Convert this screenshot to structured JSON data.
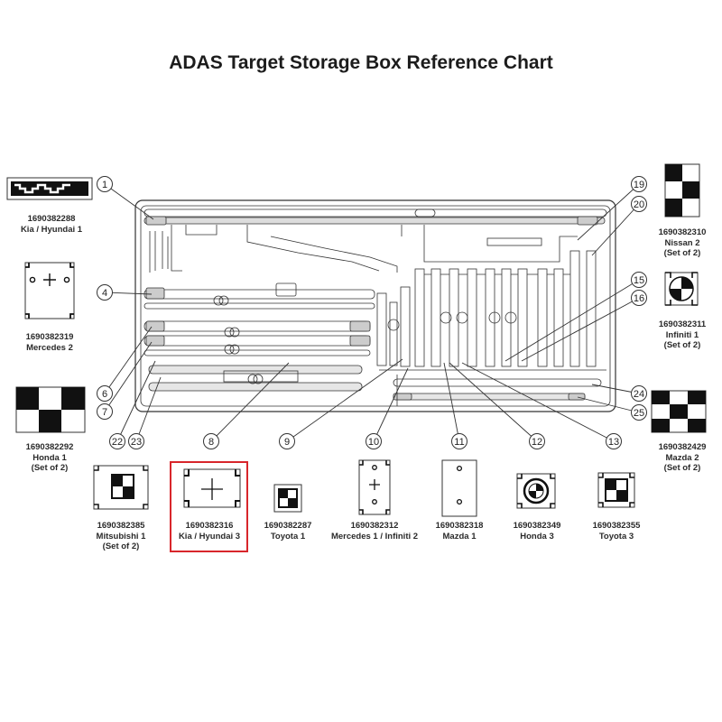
{
  "title": "ADAS Target Storage Box Reference Chart",
  "accent_color": "#d8262b",
  "callout_numbers": [
    "1",
    "4",
    "6",
    "7",
    "8",
    "9",
    "10",
    "11",
    "12",
    "13",
    "15",
    "16",
    "19",
    "20",
    "22",
    "23",
    "24",
    "25"
  ],
  "targets": [
    {
      "id": "t-1690382288",
      "part": "1690382288",
      "name": "Kia / Hyundai 1",
      "note": "",
      "icon": "checker-bar-icon"
    },
    {
      "id": "t-1690382319",
      "part": "1690382319",
      "name": "Mercedes 2",
      "note": "",
      "icon": "crosshair-plate-icon"
    },
    {
      "id": "t-1690382292",
      "part": "1690382292",
      "name": "Honda 1",
      "note": "(Set of 2)",
      "icon": "checkerboard-icon"
    },
    {
      "id": "t-1690382310",
      "part": "1690382310",
      "name": "Nissan 2",
      "note": "(Set of 2)",
      "icon": "checkerboard-tall-icon"
    },
    {
      "id": "t-1690382311",
      "part": "1690382311",
      "name": "Infiniti 1",
      "note": "(Set of 2)",
      "icon": "quadrant-circle-icon"
    },
    {
      "id": "t-1690382429",
      "part": "1690382429",
      "name": "Mazda 2",
      "note": "(Set of 2)",
      "icon": "checkerboard-icon"
    },
    {
      "id": "t-1690382385",
      "part": "1690382385",
      "name": "Mitsubishi 1",
      "note": "(Set of 2)",
      "icon": "checker-square-icon"
    },
    {
      "id": "t-1690382316",
      "part": "1690382316",
      "name": "Kia / Hyundai 3",
      "note": "",
      "icon": "crosshair-frame-icon",
      "highlighted": true
    },
    {
      "id": "t-1690382287",
      "part": "1690382287",
      "name": "Toyota 1",
      "note": "",
      "icon": "checker-square-icon"
    },
    {
      "id": "t-1690382312",
      "part": "1690382312",
      "name": "Mercedes 1 / Infiniti 2",
      "note": "",
      "icon": "crosshair-plate-icon"
    },
    {
      "id": "t-1690382318",
      "part": "1690382318",
      "name": "Mazda 1",
      "note": "",
      "icon": "dot-plate-icon"
    },
    {
      "id": "t-1690382349",
      "part": "1690382349",
      "name": "Honda 3",
      "note": "",
      "icon": "quadrant-circle-icon"
    },
    {
      "id": "t-1690382355",
      "part": "1690382355",
      "name": "Toyota 3",
      "note": "",
      "icon": "checker-square-icon"
    }
  ]
}
